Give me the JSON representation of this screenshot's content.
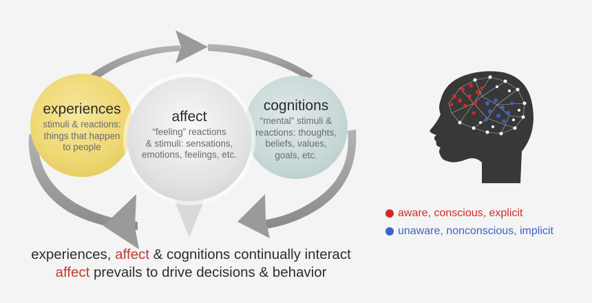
{
  "colors": {
    "accent": "#c23a33",
    "aware": "#d02a24",
    "unaware": "#3a63c7",
    "arrow": "#9a9a9a"
  },
  "circles": {
    "experiences": {
      "title": "experiences",
      "body": [
        "stimuli & reactions:",
        "things that happen",
        "to people"
      ]
    },
    "affect": {
      "title": "affect",
      "body": [
        "“feeling” reactions",
        "& stimuli: sensations,",
        "emotions, feelings, etc."
      ]
    },
    "cognitions": {
      "title": "cognitions",
      "body": [
        "“mental” stimuli &",
        "reactions: thoughts,",
        "beliefs, values,",
        "goals, etc."
      ]
    }
  },
  "caption": {
    "line1_pre": "experiences, ",
    "line1_accent": "affect",
    "line1_post": " & cognitions continually interact",
    "line2_accent": "affect",
    "line2_post": " prevails to drive decisions & behavior"
  },
  "legend": [
    {
      "dot": "red-dot-icon",
      "text": "aware, conscious, explicit",
      "color": "#d02a24"
    },
    {
      "dot": "blue-dot-icon",
      "text": "unaware, nonconscious, implicit",
      "color": "#3a63c7"
    }
  ],
  "icons": [
    "cycle-arrow-top-icon",
    "cycle-arrow-left-icon",
    "cycle-arrow-right-icon",
    "head-brain-network-icon"
  ]
}
